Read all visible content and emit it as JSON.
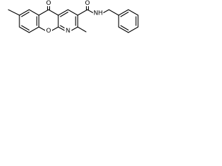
{
  "molecule": {
    "atoms": {
      "carbonyl_oxygen": "O",
      "ring_oxygen": "O",
      "pyridine_nitrogen": "N",
      "amide_nitrogen": "NH",
      "amide_oxygen": "O"
    }
  },
  "colors": {
    "bond": "#000000",
    "background": "#ffffff"
  }
}
